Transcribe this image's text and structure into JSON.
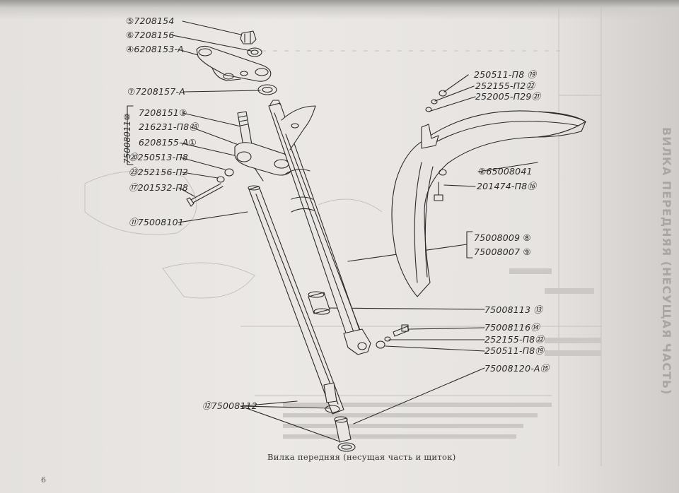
{
  "caption": "Вилка передняя (несущая часть и щиток)",
  "page_marker": "6",
  "bleed_title": "ВИЛКА ПЕРЕДНЯЯ (НЕСУЩАЯ ЧАСТЬ)",
  "callouts": [
    {
      "key": "c5",
      "text": "⑤7208154"
    },
    {
      "key": "c6",
      "text": "⑥7208156"
    },
    {
      "key": "c4",
      "text": "④6208153-А"
    },
    {
      "key": "c7",
      "text": "⑦7208157-А"
    },
    {
      "key": "c3",
      "text": "7208151③"
    },
    {
      "key": "c18",
      "text": "216231-П8⑱"
    },
    {
      "key": "c1",
      "text": "6208155-А①"
    },
    {
      "key": "c20",
      "text": "⑳250513-П8"
    },
    {
      "key": "c23",
      "text": "㉓252156-П2"
    },
    {
      "key": "c17",
      "text": "⑰201532-П8"
    },
    {
      "key": "c11",
      "text": "⑪75008101"
    },
    {
      "key": "c19a",
      "text": "250511-П8 ⑲"
    },
    {
      "key": "c22a",
      "text": "252155-П2㉒"
    },
    {
      "key": "c21",
      "text": "252005-П29㉑"
    },
    {
      "key": "c2",
      "text": "②65008041"
    },
    {
      "key": "c16",
      "text": "201474-П8⑯"
    },
    {
      "key": "c8",
      "text": "75008009 ⑧"
    },
    {
      "key": "c9",
      "text": "75008007 ⑨"
    },
    {
      "key": "c13",
      "text": "75008113 ⑬"
    },
    {
      "key": "c14",
      "text": "75008116⑭"
    },
    {
      "key": "c22b",
      "text": "252155-П8㉒"
    },
    {
      "key": "c19b",
      "text": "250511-П8⑲"
    },
    {
      "key": "c15",
      "text": "75008120-А⑮"
    },
    {
      "key": "c12",
      "text": "⑫75008112"
    }
  ],
  "group_label": "75008011⑩",
  "colors": {
    "ink": "#2a2a2a",
    "paper": "#e9e6e3",
    "bleed": "#b8b5b2"
  }
}
